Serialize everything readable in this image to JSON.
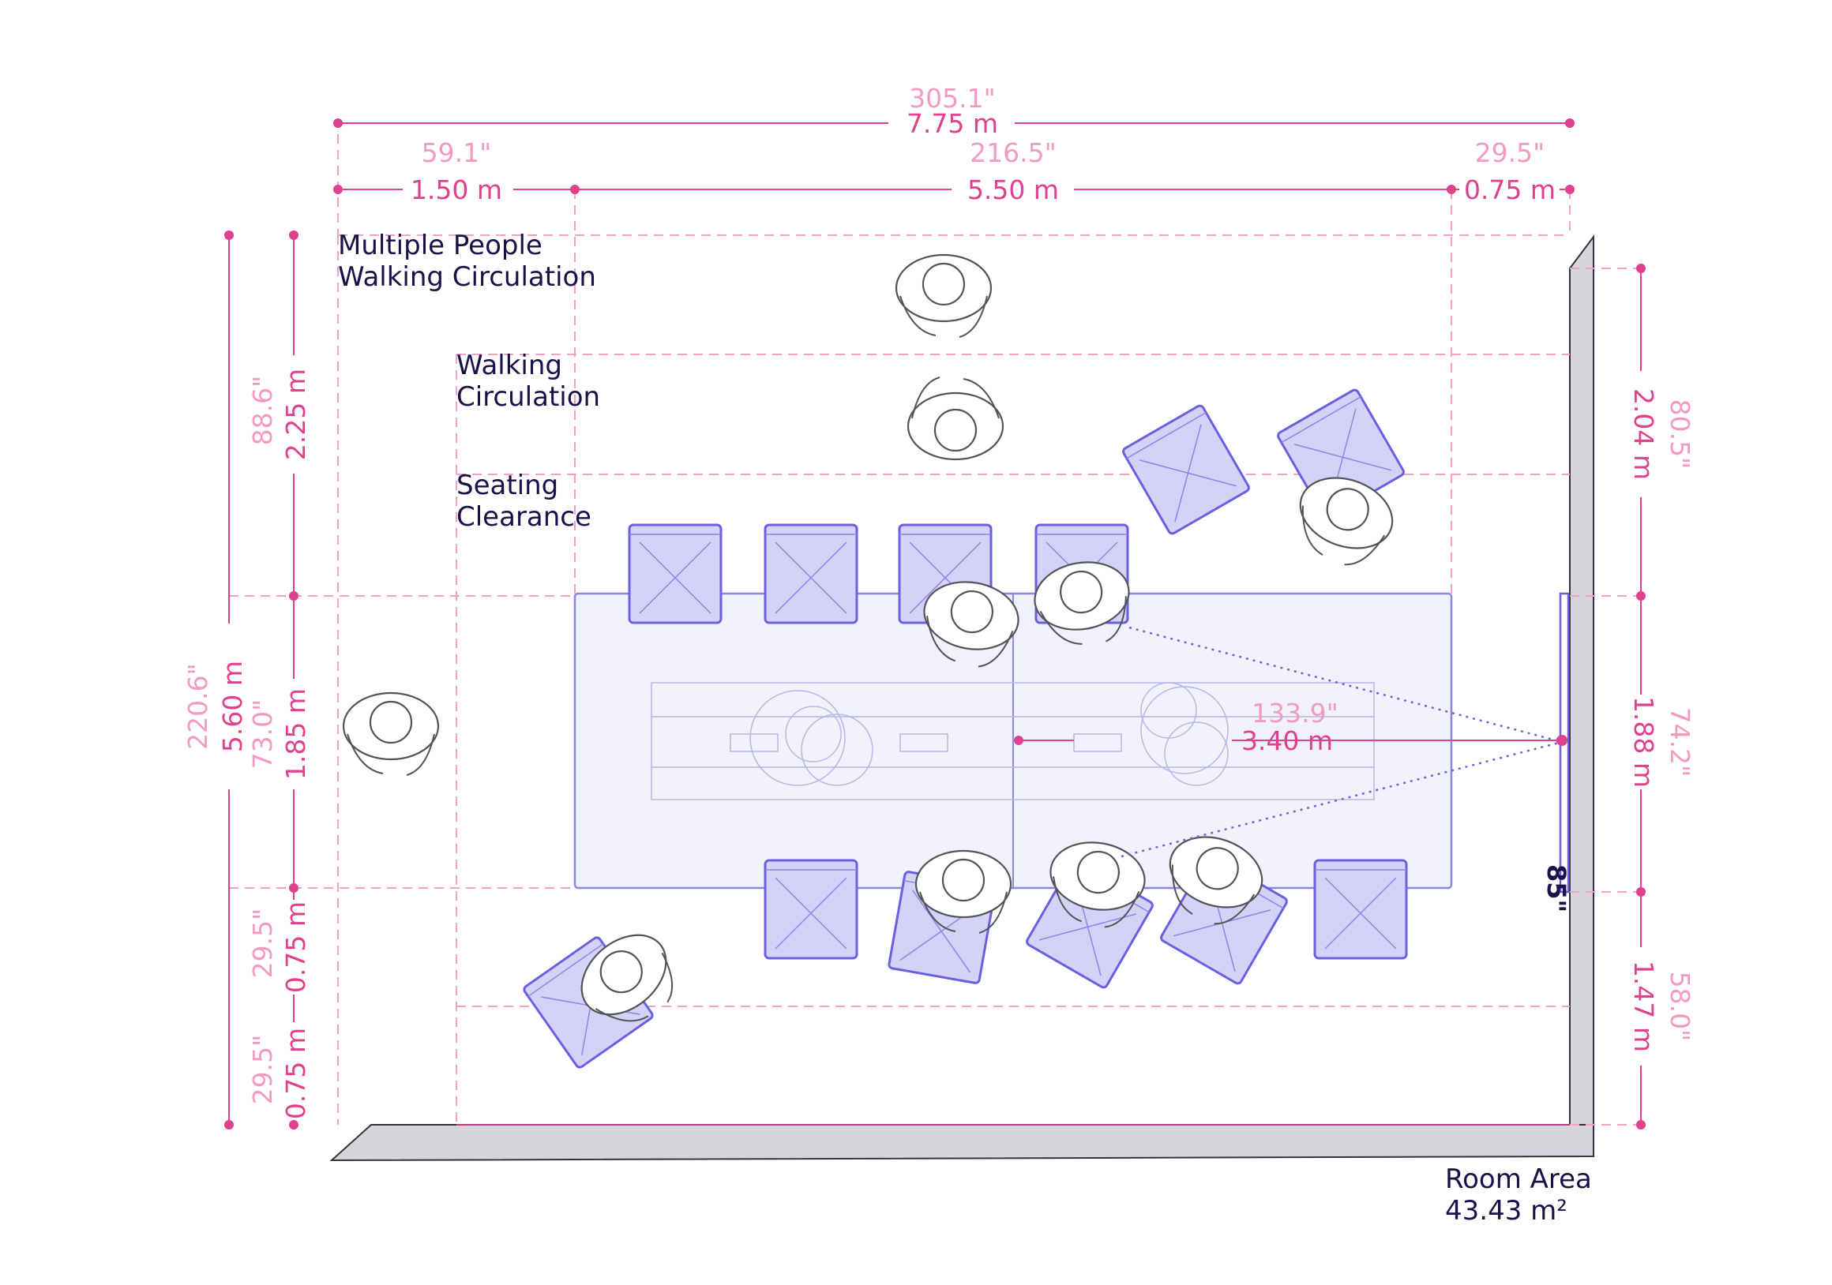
{
  "dimensions": {
    "total_width": {
      "inches": "305.1\"",
      "meters": "7.75 m"
    },
    "left_zone_width": {
      "inches": "59.1\"",
      "meters": "1.50 m"
    },
    "table_zone_width": {
      "inches": "216.5\"",
      "meters": "5.50 m"
    },
    "right_zone_width": {
      "inches": "29.5\"",
      "meters": "0.75 m"
    },
    "total_depth": {
      "inches": "220.6\"",
      "meters": "5.60 m"
    },
    "top_clearance": {
      "inches": "88.6\"",
      "meters": "2.25 m"
    },
    "table_depth": {
      "inches": "73.0\"",
      "meters": "1.85 m"
    },
    "seating_clearance_bottom": {
      "inches": "29.5\"",
      "meters": "0.75 m"
    },
    "walkway_bottom": {
      "inches": "29.5\"",
      "meters": "0.75 m"
    },
    "right_top": {
      "inches": "80.5\"",
      "meters": "2.04 m"
    },
    "right_screen": {
      "inches": "74.2\"",
      "meters": "1.88 m"
    },
    "right_bottom": {
      "inches": "58.0\"",
      "meters": "1.47 m"
    },
    "viewing_distance": {
      "inches": "133.9\"",
      "meters": "3.40 m"
    }
  },
  "labels": {
    "multiple_people_walking": [
      "Multiple People",
      "Walking Circulation"
    ],
    "walking_circulation": [
      "Walking",
      "Circulation"
    ],
    "seating_clearance": [
      "Seating",
      "Clearance"
    ],
    "screen_size": "85\"",
    "room_area_title": "Room Area",
    "room_area_value": "43.43 m²"
  },
  "colors": {
    "dimension": "#e0418f",
    "dimension_light": "#f29ac3",
    "label": "#1b1048",
    "furniture": "#6b5fe0",
    "wall": "#d6d5da"
  }
}
